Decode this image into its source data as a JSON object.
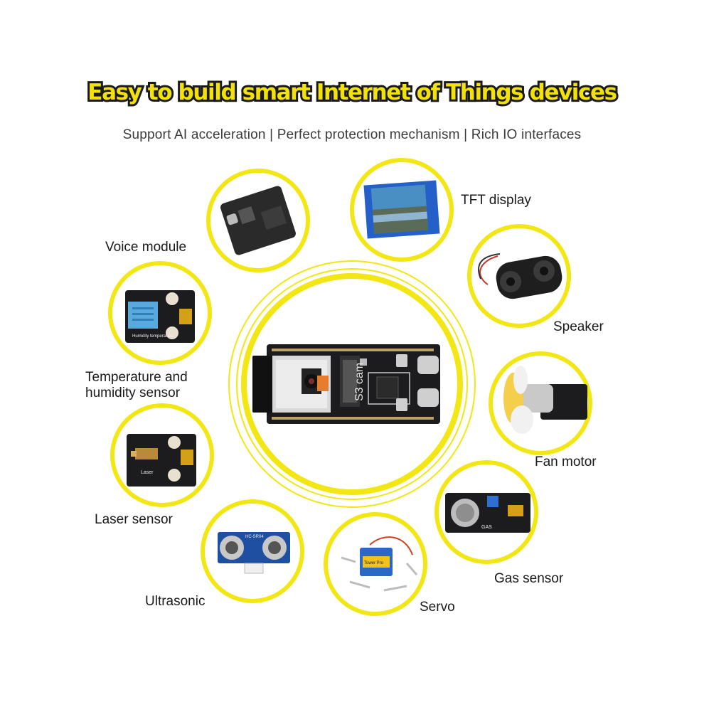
{
  "header": {
    "title": "Easy to build smart Internet of Things devices",
    "subtitle": "Support AI acceleration | Perfect protection mechanism | Rich IO interfaces"
  },
  "board": {
    "silkscreen": "S3 cam"
  },
  "modules": [
    {
      "id": "voice",
      "label": "Voice module",
      "icon": "voice-module-board"
    },
    {
      "id": "tft",
      "label": "TFT display",
      "icon": "lcd-screen"
    },
    {
      "id": "speaker",
      "label": "Speaker",
      "icon": "speaker"
    },
    {
      "id": "temp",
      "label": "Temperature and\nhumidity sensor",
      "icon": "dht-sensor",
      "board_text": "Humidity temperature"
    },
    {
      "id": "fan",
      "label": "Fan motor",
      "icon": "fan-motor"
    },
    {
      "id": "laser",
      "label": "Laser sensor",
      "icon": "laser-module",
      "board_text": "Laser"
    },
    {
      "id": "gas",
      "label": "Gas sensor",
      "icon": "gas-sensor",
      "board_text": "GAS"
    },
    {
      "id": "ultra",
      "label": "Ultrasonic",
      "icon": "ultrasonic-sensor",
      "board_text": "HC-SR04"
    },
    {
      "id": "servo",
      "label": "Servo",
      "icon": "servo-motor",
      "board_text": "Tower Pro"
    }
  ],
  "colors": {
    "ring": "#f2e614",
    "title_fill": "#f2e20a",
    "title_stroke": "#1a1a1a",
    "pcb_black": "#1c1c1e",
    "sensor_blue": "#2f8fd8"
  }
}
